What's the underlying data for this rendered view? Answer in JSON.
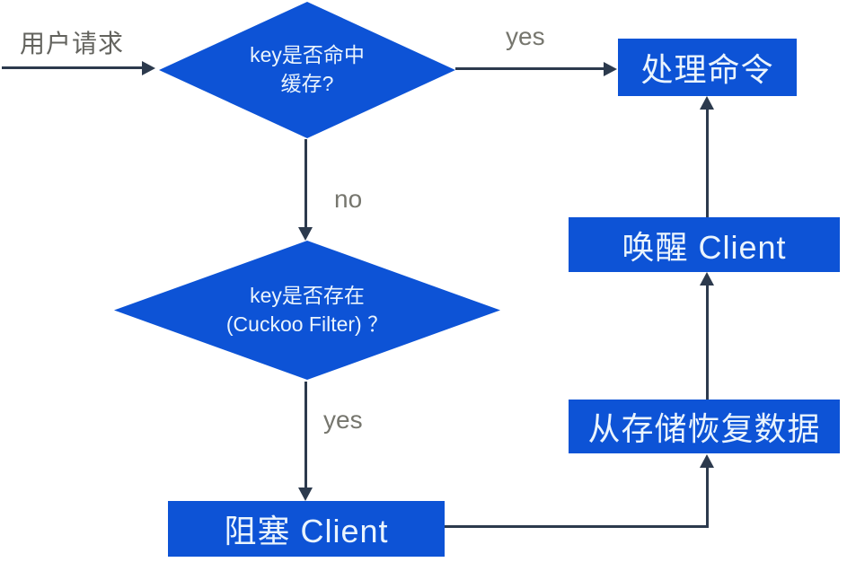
{
  "colors": {
    "node_fill": "#0d53d6",
    "node_text": "#eaf4fd",
    "line": "#2c3a4d",
    "edge_label": "#76766e",
    "start_label": "#63635e",
    "background": "#ffffff"
  },
  "nodes": {
    "start": {
      "label": "用户请求"
    },
    "decision_cache": {
      "line1": "key是否命中",
      "line2": "缓存?"
    },
    "process_command": {
      "label": "处理命令"
    },
    "decision_exists": {
      "line1": "key是否存在",
      "line2": "(Cuckoo Filter) ？"
    },
    "block_client": {
      "label": "阻塞 Client"
    },
    "restore_data": {
      "label": "从存储恢复数据"
    },
    "wake_client": {
      "label": "唤醒 Client"
    }
  },
  "edges": {
    "cache_yes": {
      "label": "yes"
    },
    "cache_no": {
      "label": "no"
    },
    "exists_yes": {
      "label": "yes"
    }
  }
}
